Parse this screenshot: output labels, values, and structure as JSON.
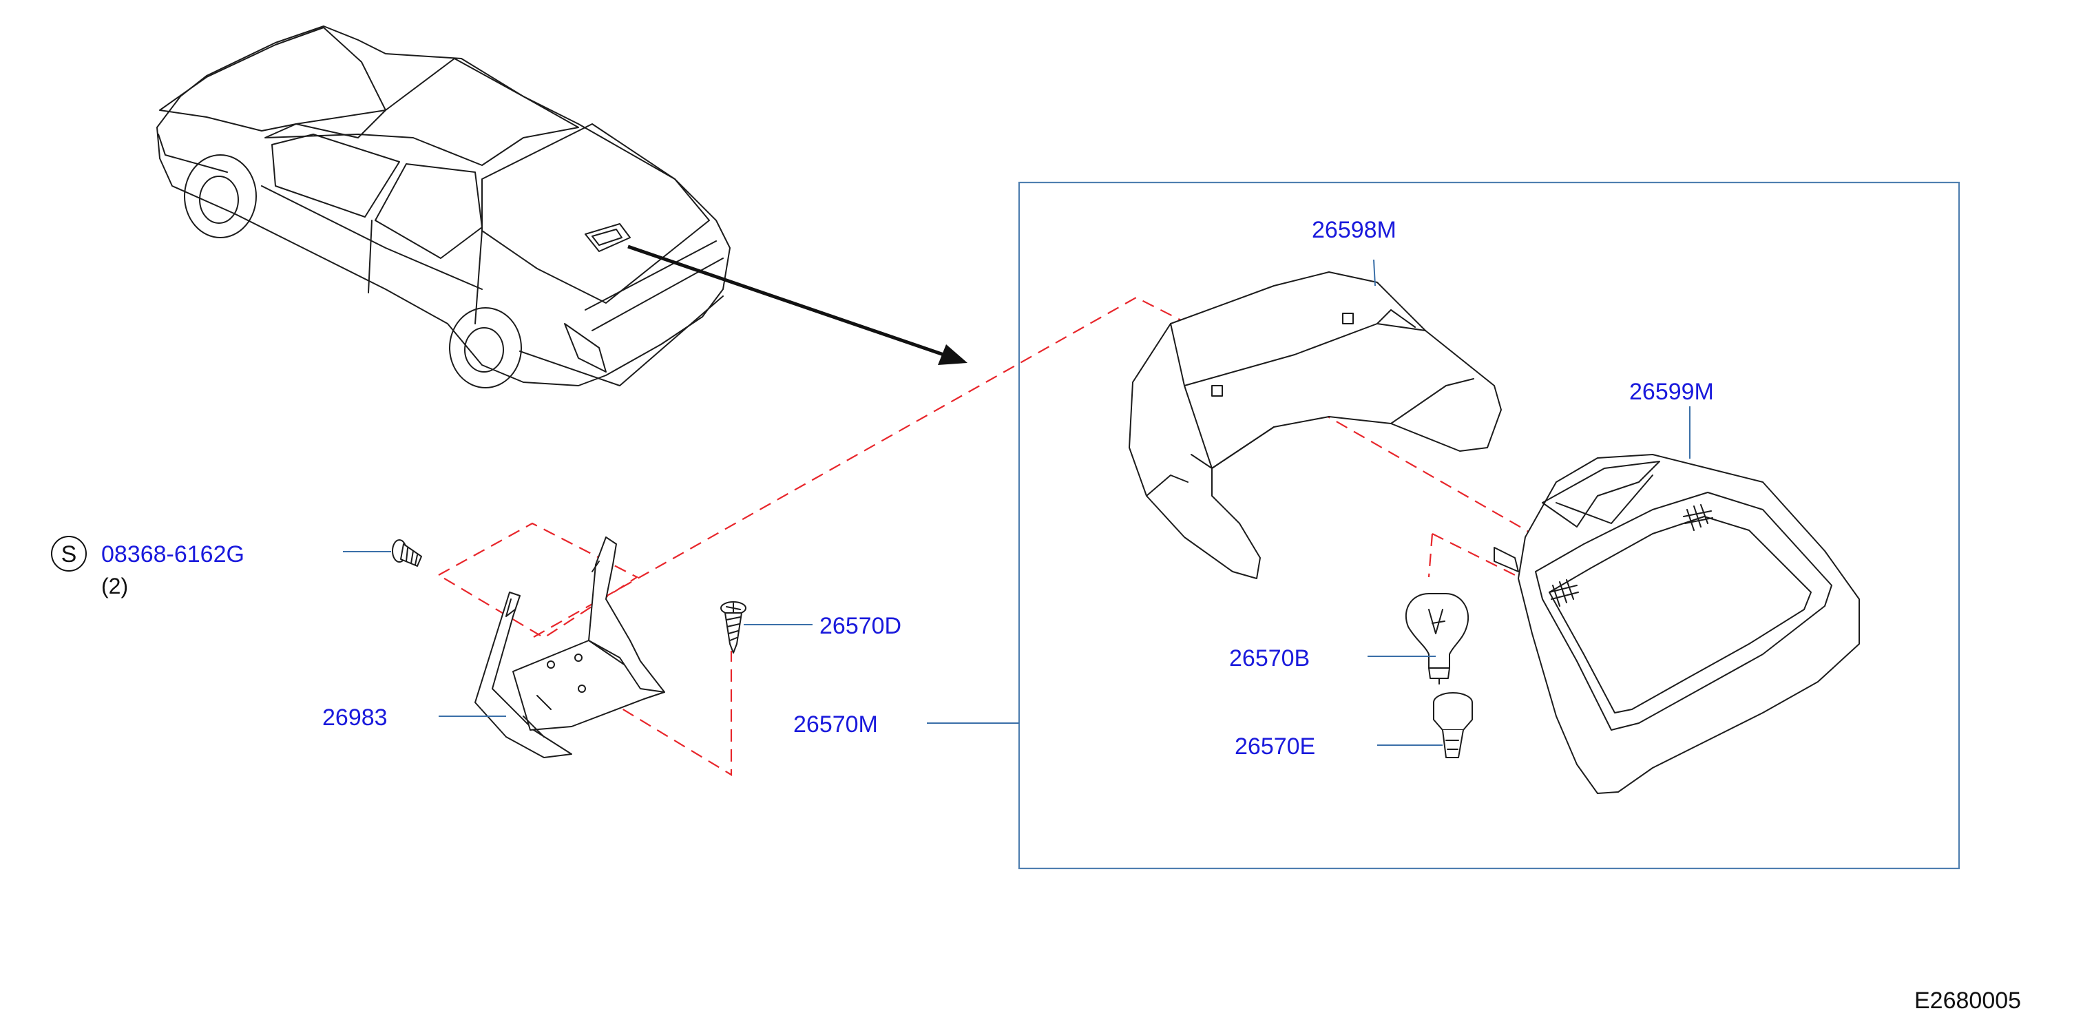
{
  "diagram": {
    "code": "E2680005",
    "callouts": {
      "screw_clip": {
        "symbol": "S",
        "part_number": "08368-6162G",
        "quantity": "(2)"
      },
      "bracket": {
        "part_number": "26983"
      },
      "screw": {
        "part_number": "26570D"
      },
      "lamp_assembly": {
        "part_number": "26570M"
      },
      "lamp_cover": {
        "part_number": "26598M"
      },
      "lamp_body": {
        "part_number": "26599M"
      },
      "bulb": {
        "part_number": "26570B"
      },
      "socket": {
        "part_number": "26570E"
      }
    },
    "colors": {
      "part_number_text": "#1a1adc",
      "leader_lines": "#3a6fa8",
      "dashed_guides": "#e8262b",
      "line_art": "#1c1c1c"
    }
  }
}
